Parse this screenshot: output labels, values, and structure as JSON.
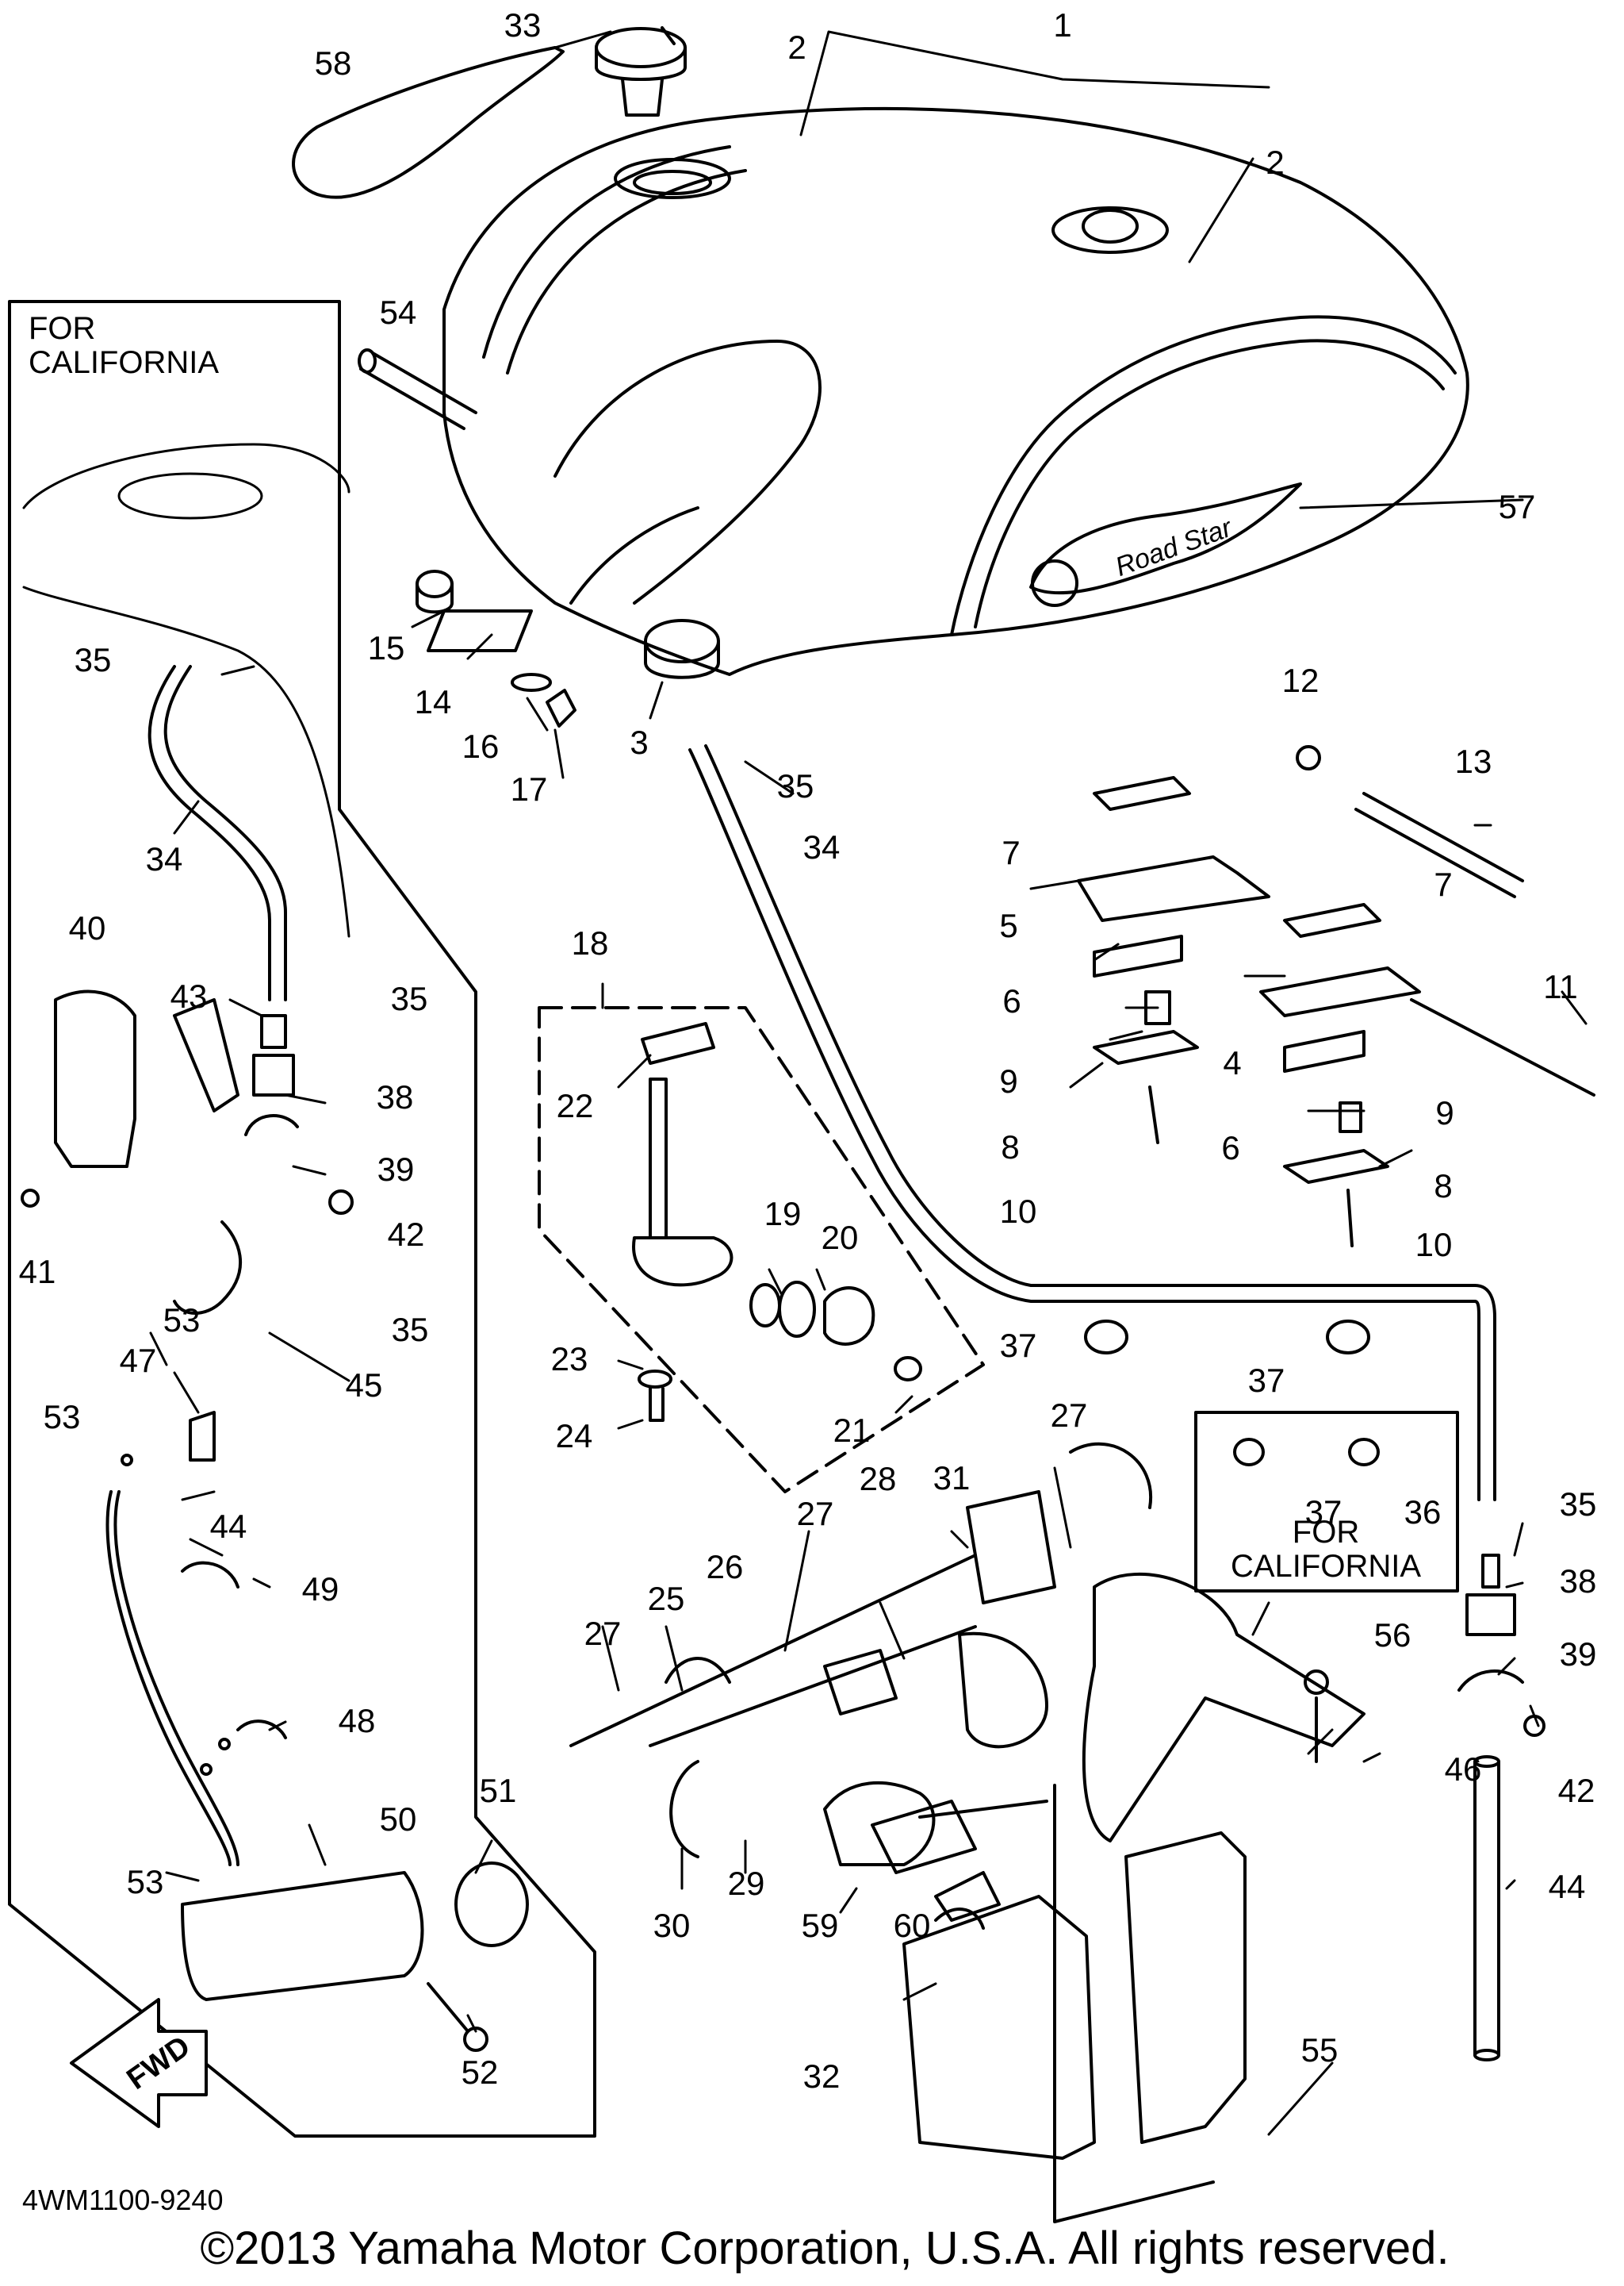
{
  "diagram": {
    "part_code": "4WM1100-9240",
    "copyright": "©2013 Yamaha Motor Corporation, U.S.A. All rights reserved.",
    "california_caption_left": "FOR\nCALIFORNIA",
    "california_caption_inset": "FOR\nCALIFORNIA",
    "fwd_label": "FWD",
    "tank_badge": "Road Star",
    "callouts": [
      "1",
      "2",
      "2",
      "3",
      "4",
      "5",
      "6",
      "6",
      "7",
      "7",
      "8",
      "8",
      "9",
      "9",
      "10",
      "10",
      "11",
      "12",
      "13",
      "14",
      "15",
      "16",
      "17",
      "18",
      "19",
      "20",
      "21",
      "22",
      "23",
      "24",
      "25",
      "26",
      "27",
      "27",
      "27",
      "28",
      "29",
      "30",
      "31",
      "32",
      "33",
      "34",
      "34",
      "35",
      "35",
      "35",
      "35",
      "35",
      "36",
      "37",
      "37",
      "37",
      "38",
      "38",
      "39",
      "39",
      "40",
      "41",
      "42",
      "42",
      "43",
      "44",
      "44",
      "45",
      "46",
      "47",
      "48",
      "49",
      "50",
      "51",
      "52",
      "53",
      "53",
      "53",
      "54",
      "55",
      "56",
      "57",
      "58",
      "59",
      "60"
    ]
  }
}
